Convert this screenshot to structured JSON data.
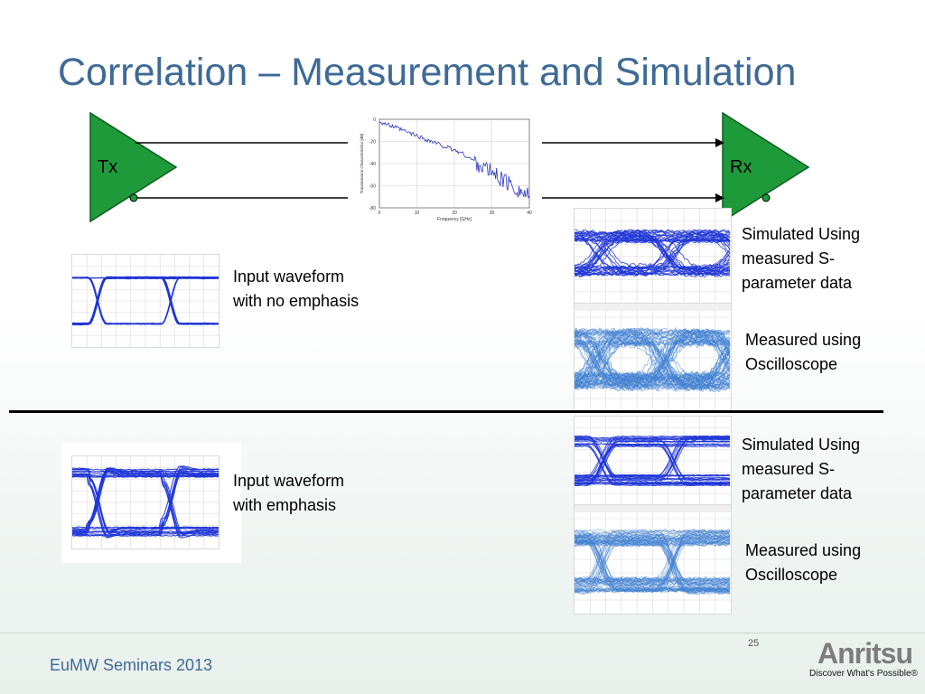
{
  "title": "Correlation – Measurement and Simulation",
  "tx_label": "Tx",
  "rx_label": "Rx",
  "plot": {
    "ylabel": "Transmission Characteristics [dB]",
    "xlabel": "Frequency [GHz]",
    "yticks": [
      "0",
      "-20",
      "-40",
      "-60",
      "-80"
    ],
    "xticks": [
      "0",
      "10",
      "20",
      "30",
      "40"
    ]
  },
  "left_labels": {
    "no_emphasis": [
      "Input waveform",
      "with no emphasis"
    ],
    "with_emphasis": [
      "Input waveform",
      "with emphasis"
    ]
  },
  "right_labels": {
    "sim_top": [
      "Simulated Using",
      "measured S-",
      "parameter data"
    ],
    "meas_top": [
      "Measured using",
      "Oscilloscope"
    ],
    "sim_bottom": [
      "Simulated Using",
      "measured S-",
      "parameter data"
    ],
    "meas_bottom": [
      "Measured using",
      "Oscilloscope"
    ]
  },
  "footer": "EuMW Seminars 2013",
  "page_number": "25",
  "logo": {
    "word": "Anritsu",
    "tagline": "Discover What's Possible®"
  },
  "colors": {
    "title": "#3e6a96",
    "triangle": "#1f9a3a",
    "eye_sim": "#1f35d6",
    "eye_meas": "#3f7fd1"
  }
}
